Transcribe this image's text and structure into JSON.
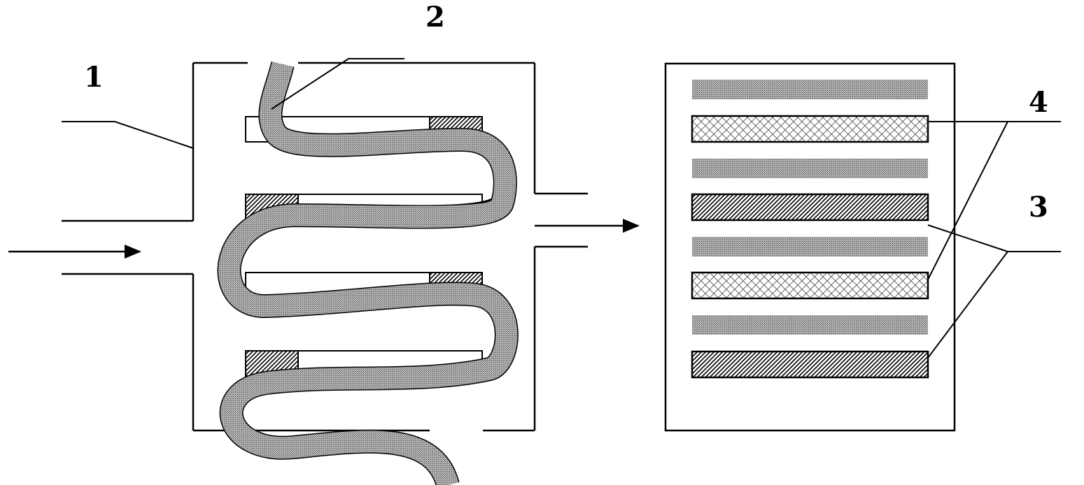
{
  "labels": {
    "chamber": "1",
    "fiber": "2",
    "layer_plain": "3",
    "layer_pattern": "4"
  },
  "colors": {
    "stroke": "#000000",
    "fiber": "#8c8c8c",
    "band_gray": "#9a9a9a",
    "hatch_fill": "#ffffff"
  }
}
